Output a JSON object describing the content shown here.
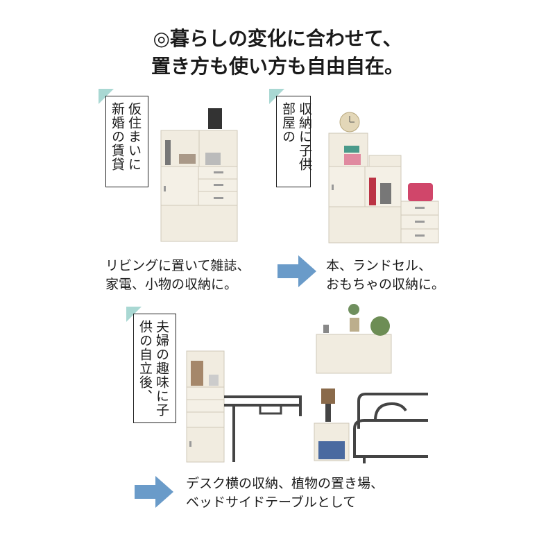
{
  "headline": {
    "line1": "◎暮らしの変化に合わせて、",
    "line2": "置き方も使い方も自由自在。"
  },
  "sections": {
    "newlywed": {
      "label": "仮住まいに新婚の賃貸",
      "caption_line1": "リビングに置いて雑誌、",
      "caption_line2": "家電、小物の収納に。"
    },
    "kids_room": {
      "label": "収納に子供部屋の",
      "caption_line1": "本、ランドセル、",
      "caption_line2": "おもちゃの収納に。"
    },
    "couple": {
      "label": "夫婦の趣味に子供の自立後、",
      "caption_line1": "デスク横の収納、植物の置き場、",
      "caption_line2": "ベッドサイドテーブルとして"
    }
  },
  "colors": {
    "arrow": "#6a9bc9",
    "accent_triangle": "#a9d8d3",
    "furniture": "#f1ece0"
  }
}
